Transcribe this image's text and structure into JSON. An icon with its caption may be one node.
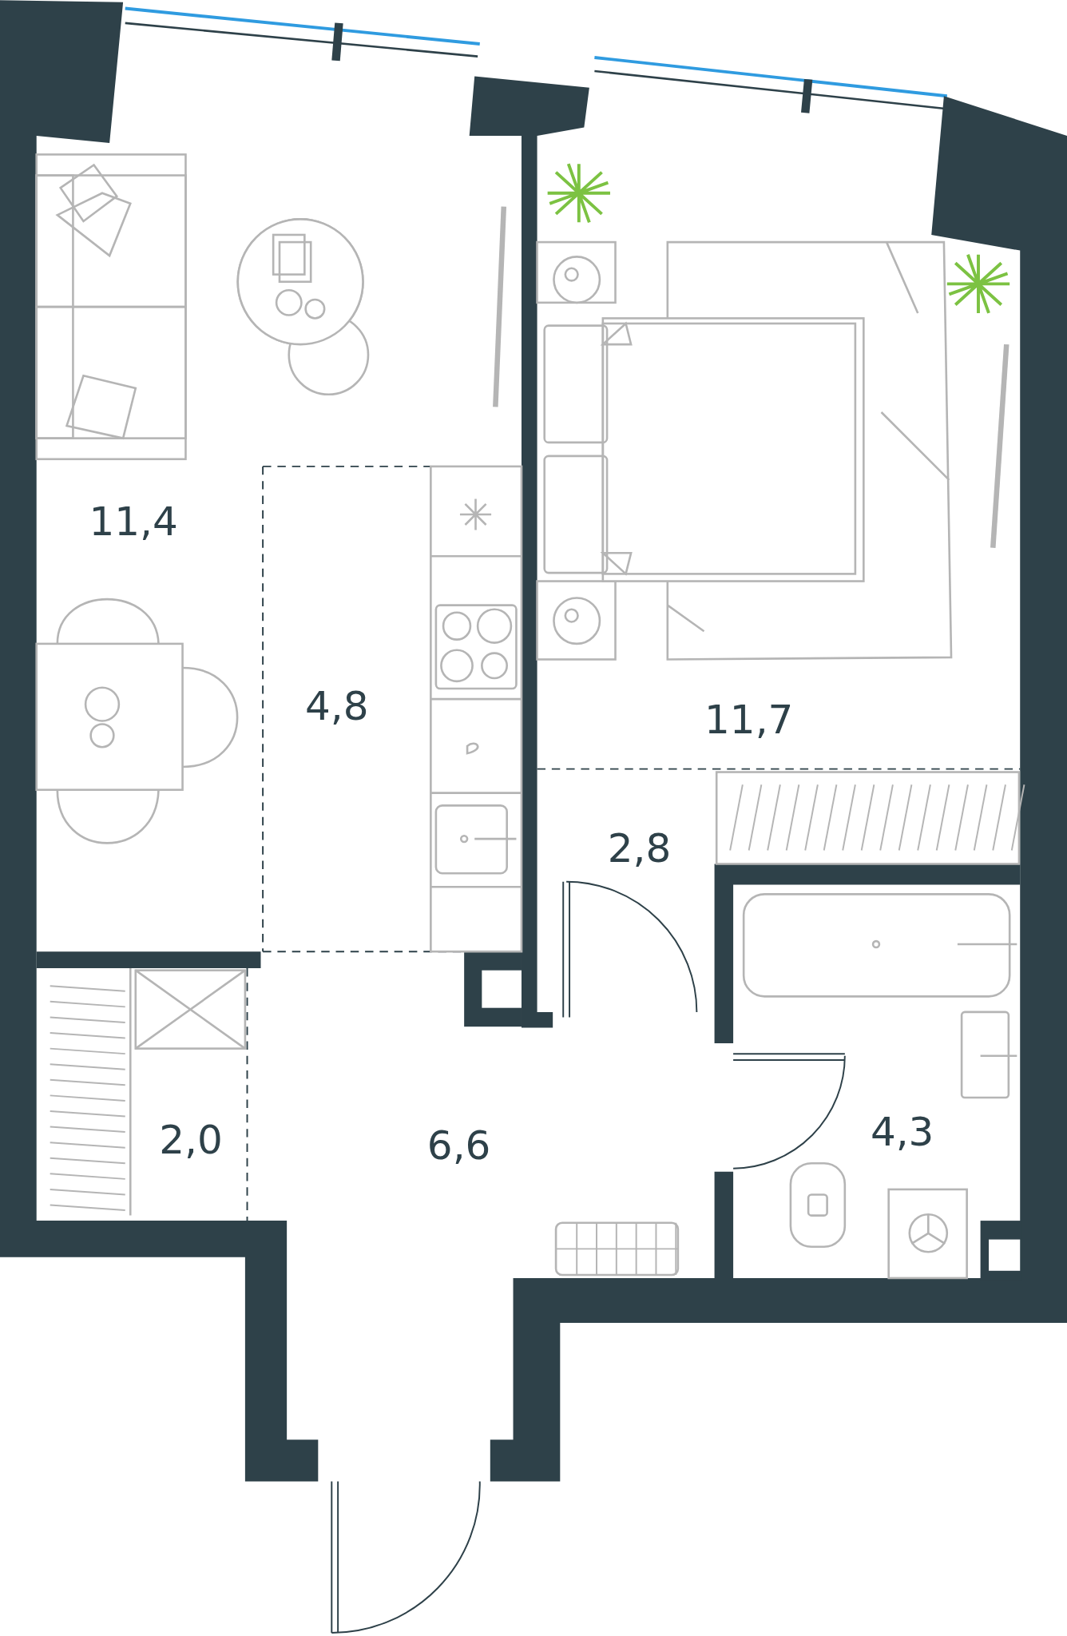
{
  "diagram": {
    "labels": [
      "11,4",
      "4,8",
      "11,7",
      "2,8",
      "2,0",
      "6,6",
      "4,3"
    ]
  }
}
